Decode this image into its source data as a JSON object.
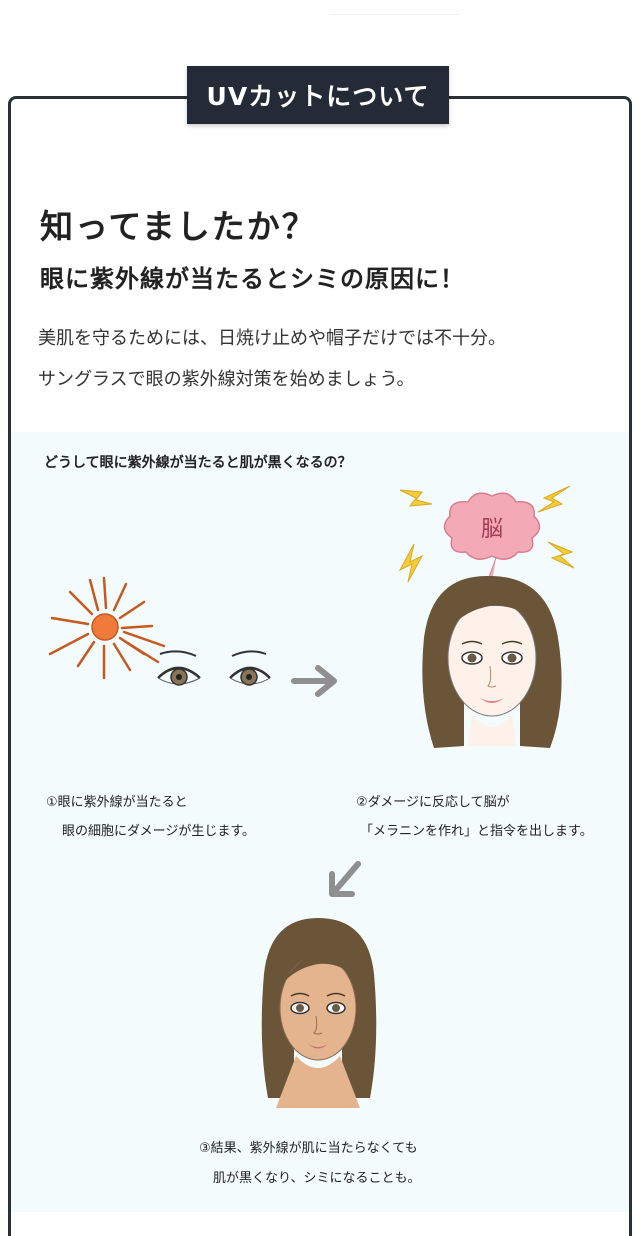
{
  "section_badge": "UVカットについて",
  "headline": "知ってましたか？",
  "subheadline": "眼に紫外線が当たるとシミの原因に！",
  "body": [
    "美肌を守るためには、日焼け止めや帽子だけでは不十分。",
    "サングラスで眼の紫外線対策を始めましょう。"
  ],
  "illustration": {
    "question": "どうして眼に紫外線が当たると肌が黒くなるの？",
    "brain_label": "脳",
    "step1": [
      "①眼に紫外線が当たると",
      "眼の細胞にダメージが生じます。"
    ],
    "step2": [
      "②ダメージに反応して脳が",
      "「メラニンを作れ」と指令を出します。"
    ],
    "step3": [
      "③結果、紫外線が肌に当たらなくても",
      "肌が黒くなり、シミになることも。"
    ],
    "colors": {
      "sun": "#f07a3a",
      "cloud": "#f4a9b7",
      "bolt": "#f5cc3a",
      "arrow": "#8f8f8f",
      "hair": "#6b5538"
    }
  }
}
